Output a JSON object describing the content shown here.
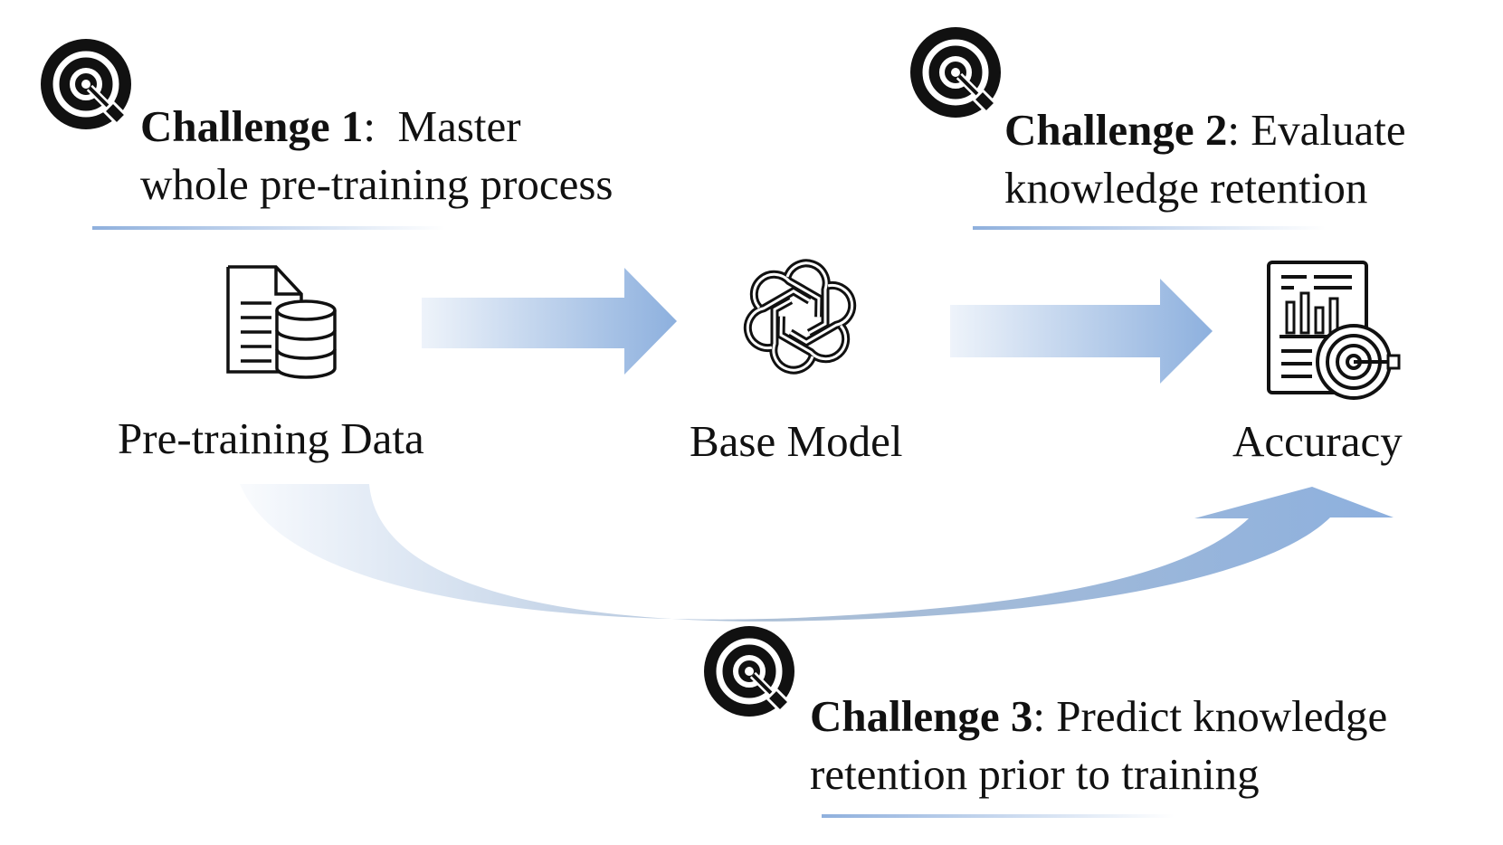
{
  "challenges": [
    {
      "id": 1,
      "title": "Challenge 1",
      "sep": ":  ",
      "line1_rest": "Master",
      "line2": "whole pre-training process"
    },
    {
      "id": 2,
      "title": "Challenge 2",
      "sep": ": ",
      "line1_rest": "Evaluate",
      "line2": "knowledge retention"
    },
    {
      "id": 3,
      "title": "Challenge 3",
      "sep": ": ",
      "line1_rest": "Predict knowledge",
      "line2": "retention prior to training"
    }
  ],
  "nodes": {
    "data": {
      "label": "Pre-training Data",
      "icon": "document-database-icon"
    },
    "model": {
      "label": "Base Model",
      "icon": "openai-logo-icon"
    },
    "accuracy": {
      "label": "Accuracy",
      "icon": "report-target-icon"
    }
  },
  "colors": {
    "arrow": "#8db0de",
    "arrow_light": "#e9f0fa",
    "underline": "#8fb0dd",
    "ink": "#111111"
  }
}
